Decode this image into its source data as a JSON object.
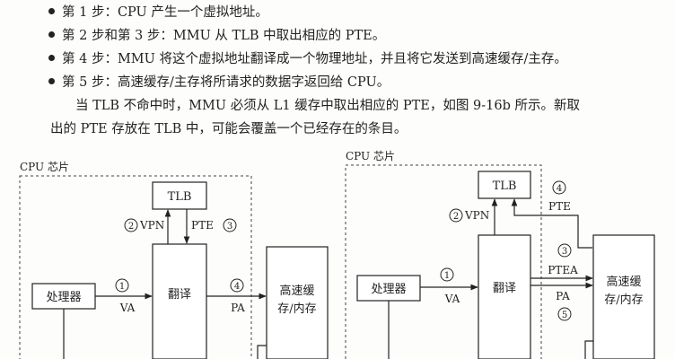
{
  "steps": [
    "第 1 步：CPU 产生一个虚拟地址。",
    "第 2 步和第 3 步：MMU 从 TLB 中取出相应的 PTE。",
    "第 4 步：MMU 将这个虚拟地址翻译成一个物理地址，并且将它发送到高速缓存/主存。",
    "第 5 步：高速缓存/主存将所请求的数据字返回给 CPU。"
  ],
  "paragraph": {
    "line1": "当 TLB 不命中时，MMU 必须从 L1 缓存中取出相应的 PTE，如图 9-16b 所示。新取",
    "line2": "出的 PTE 存放在 TLB 中，可能会覆盖一个已经存在的条目。"
  },
  "diagram_a": {
    "cpu_chip_label": "CPU 芯片",
    "tlb": "TLB",
    "processor": "处理器",
    "translate": "翻译",
    "cache_line1": "高速缓",
    "cache_line2": "存/内存",
    "step1": "1",
    "va": "VA",
    "step2": "2",
    "vpn": "VPN",
    "step3": "3",
    "pte": "PTE",
    "step4": "4",
    "pa": "PA"
  },
  "diagram_b": {
    "cpu_chip_label": "CPU 芯片",
    "tlb": "TLB",
    "processor": "处理器",
    "translate": "翻译",
    "cache_line1": "高速缓",
    "cache_line2": "存/内存",
    "step1": "1",
    "va": "VA",
    "step2": "2",
    "vpn": "VPN",
    "step3": "3",
    "ptea": "PTEA",
    "step4": "4",
    "pte": "PTE",
    "step5": "5",
    "pa": "PA"
  },
  "colors": {
    "ink": "#222222",
    "paper": "#fdfdfb"
  }
}
